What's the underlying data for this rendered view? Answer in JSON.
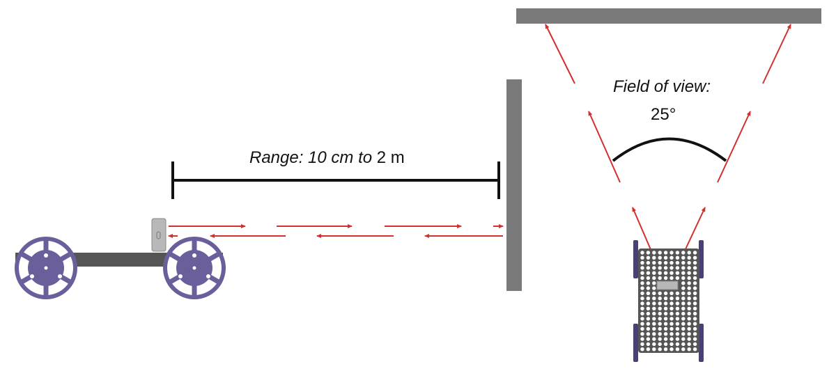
{
  "labels": {
    "range_prefix": "Range: 10 cm to",
    "range_suffix": "2 m",
    "fov_title": "Field of view:",
    "fov_value": "25°"
  },
  "colors": {
    "ray": "#d32f2f",
    "wall": "#7a7a7a",
    "wheel": "#6a5f9a",
    "chassis": "#555555",
    "sensor": "#b8b8b8",
    "bracket": "#111111"
  },
  "icons": [
    "robot-side-view",
    "robot-top-view",
    "distance-sensor",
    "wall",
    "ceiling"
  ]
}
